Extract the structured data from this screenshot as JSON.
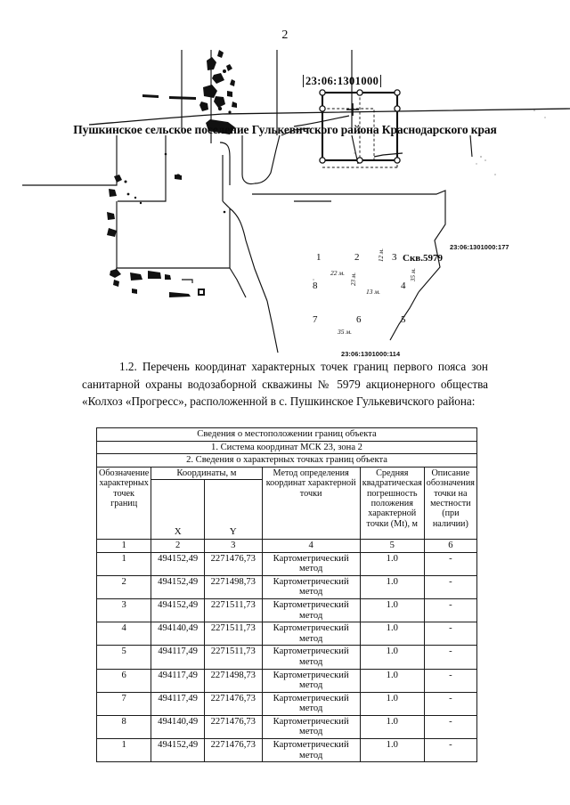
{
  "page": {
    "number": "2"
  },
  "map": {
    "cadastral_block_title": "23:06:1301000",
    "settlement_caption": "Пушкинское сельское поселение Гулькевичского района Краснодарского края",
    "well_label": "Скв.5979",
    "parcel_label_right": "23:06:1301000:177",
    "parcel_label_bottom": "23:06:1301000:114",
    "point_numbers": [
      "1",
      "2",
      "3",
      "4",
      "5",
      "6",
      "7",
      "8"
    ],
    "dimensions": {
      "top": "22 м.",
      "inner_vertical_right": "12 м.",
      "inner_horizontal": "13 м.",
      "inner_vertical_left": "23 м.",
      "right_outer": "35 м.",
      "bottom": "35 м."
    }
  },
  "paragraph": {
    "text": "1.2. Перечень координат характерных точек границ первого пояса зон санитарной охраны водозаборной скважины № 5979 акционерного общества «Колхоз «Прогресс», расположенной в с. Пушкинское Гулькевичского района:"
  },
  "table": {
    "title": "Сведения о местоположении границ объекта",
    "section_1": "1. Система координат МСК 23, зона 2",
    "section_2": "2. Сведения о характерных точках границ объекта",
    "headers": {
      "col1": "Обозначение характерных точек границ",
      "coords_group": "Координаты, м",
      "col2": "X",
      "col3": "Y",
      "col4": "Метод определения координат характерной точки",
      "col5": "Средняя квадратическая погрешность положения характерной точки (Mt), м",
      "col6": "Описание обозначения точки на местности (при наличии)"
    },
    "number_row": [
      "1",
      "2",
      "3",
      "4",
      "5",
      "6"
    ],
    "rows": [
      {
        "point": "1",
        "x": "494152,49",
        "y": "2271476,73",
        "method": "Картометрический метод",
        "mt": "1.0",
        "desc": "-"
      },
      {
        "point": "2",
        "x": "494152,49",
        "y": "2271498,73",
        "method": "Картометрический метод",
        "mt": "1.0",
        "desc": "-"
      },
      {
        "point": "3",
        "x": "494152,49",
        "y": "2271511,73",
        "method": "Картометрический метод",
        "mt": "1.0",
        "desc": "-"
      },
      {
        "point": "4",
        "x": "494140,49",
        "y": "2271511,73",
        "method": "Картометрический метод",
        "mt": "1.0",
        "desc": "-"
      },
      {
        "point": "5",
        "x": "494117,49",
        "y": "2271511,73",
        "method": "Картометрический метод",
        "mt": "1.0",
        "desc": "-"
      },
      {
        "point": "6",
        "x": "494117,49",
        "y": "2271498,73",
        "method": "Картометрический метод",
        "mt": "1.0",
        "desc": "-"
      },
      {
        "point": "7",
        "x": "494117,49",
        "y": "2271476,73",
        "method": "Картометрический метод",
        "mt": "1.0",
        "desc": "-"
      },
      {
        "point": "8",
        "x": "494140,49",
        "y": "2271476,73",
        "method": "Картометрический метод",
        "mt": "1.0",
        "desc": "-"
      },
      {
        "point": "1",
        "x": "494152,49",
        "y": "2271476,73",
        "method": "Картометрический метод",
        "mt": "1.0",
        "desc": "-"
      }
    ]
  },
  "colors": {
    "ink": "#0a0a0a",
    "paper": "#ffffff"
  }
}
